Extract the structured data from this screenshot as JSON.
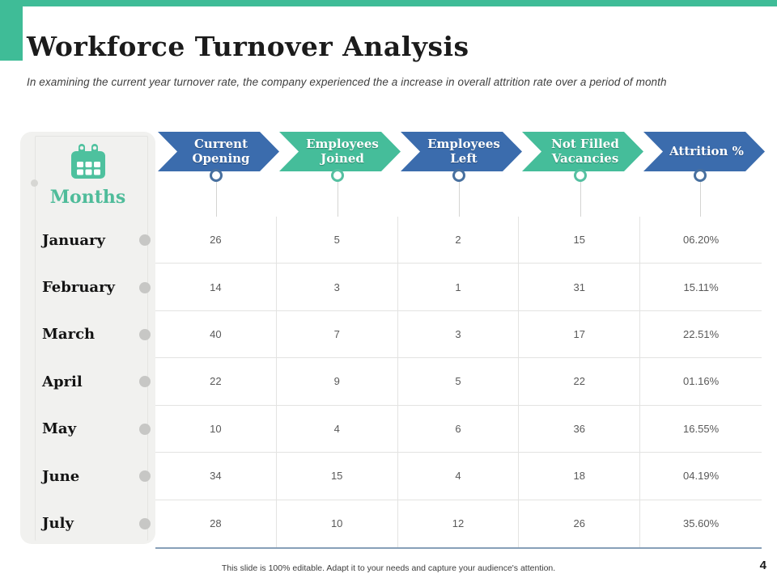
{
  "slide": {
    "title": "Workforce Turnover Analysis",
    "subtitle": "In examining the current year turnover rate, the company experienced the a increase in overall attrition rate over a period of month",
    "footer_note": "This slide is 100% editable.  Adapt it to your needs and capture your audience's attention.",
    "page_number": "4"
  },
  "sidebar": {
    "icon": "calendar-icon",
    "label": "Months"
  },
  "columns": [
    {
      "label": "Current Opening",
      "color": "#3b6cad"
    },
    {
      "label": "Employees Joined",
      "color": "#45bd9a"
    },
    {
      "label": "Employees Left",
      "color": "#3b6cad"
    },
    {
      "label": "Not Filled Vacancies",
      "color": "#45bd9a"
    },
    {
      "label": "Attrition %",
      "color": "#3b6cad"
    }
  ],
  "rows": [
    {
      "month": "January",
      "values": [
        "26",
        "5",
        "2",
        "15",
        "06.20%"
      ]
    },
    {
      "month": "February",
      "values": [
        "14",
        "3",
        "1",
        "31",
        "15.11%"
      ]
    },
    {
      "month": "March",
      "values": [
        "40",
        "7",
        "3",
        "17",
        "22.51%"
      ]
    },
    {
      "month": "April",
      "values": [
        "22",
        "9",
        "5",
        "22",
        "01.16%"
      ]
    },
    {
      "month": "May",
      "values": [
        "10",
        "4",
        "6",
        "36",
        "16.55%"
      ]
    },
    {
      "month": "June",
      "values": [
        "34",
        "15",
        "4",
        "18",
        "04.19%"
      ]
    },
    {
      "month": "July",
      "values": [
        "28",
        "10",
        "12",
        "26",
        "35.60%"
      ]
    }
  ],
  "colors": {
    "accent_teal": "#3fbc97",
    "accent_blue": "#3b6cad",
    "sidebar_bg": "#f1f1ef",
    "table_grid": "#e3e3e2",
    "table_bottom_border": "#87a0b8",
    "dot_gray": "#c7c7c5"
  }
}
